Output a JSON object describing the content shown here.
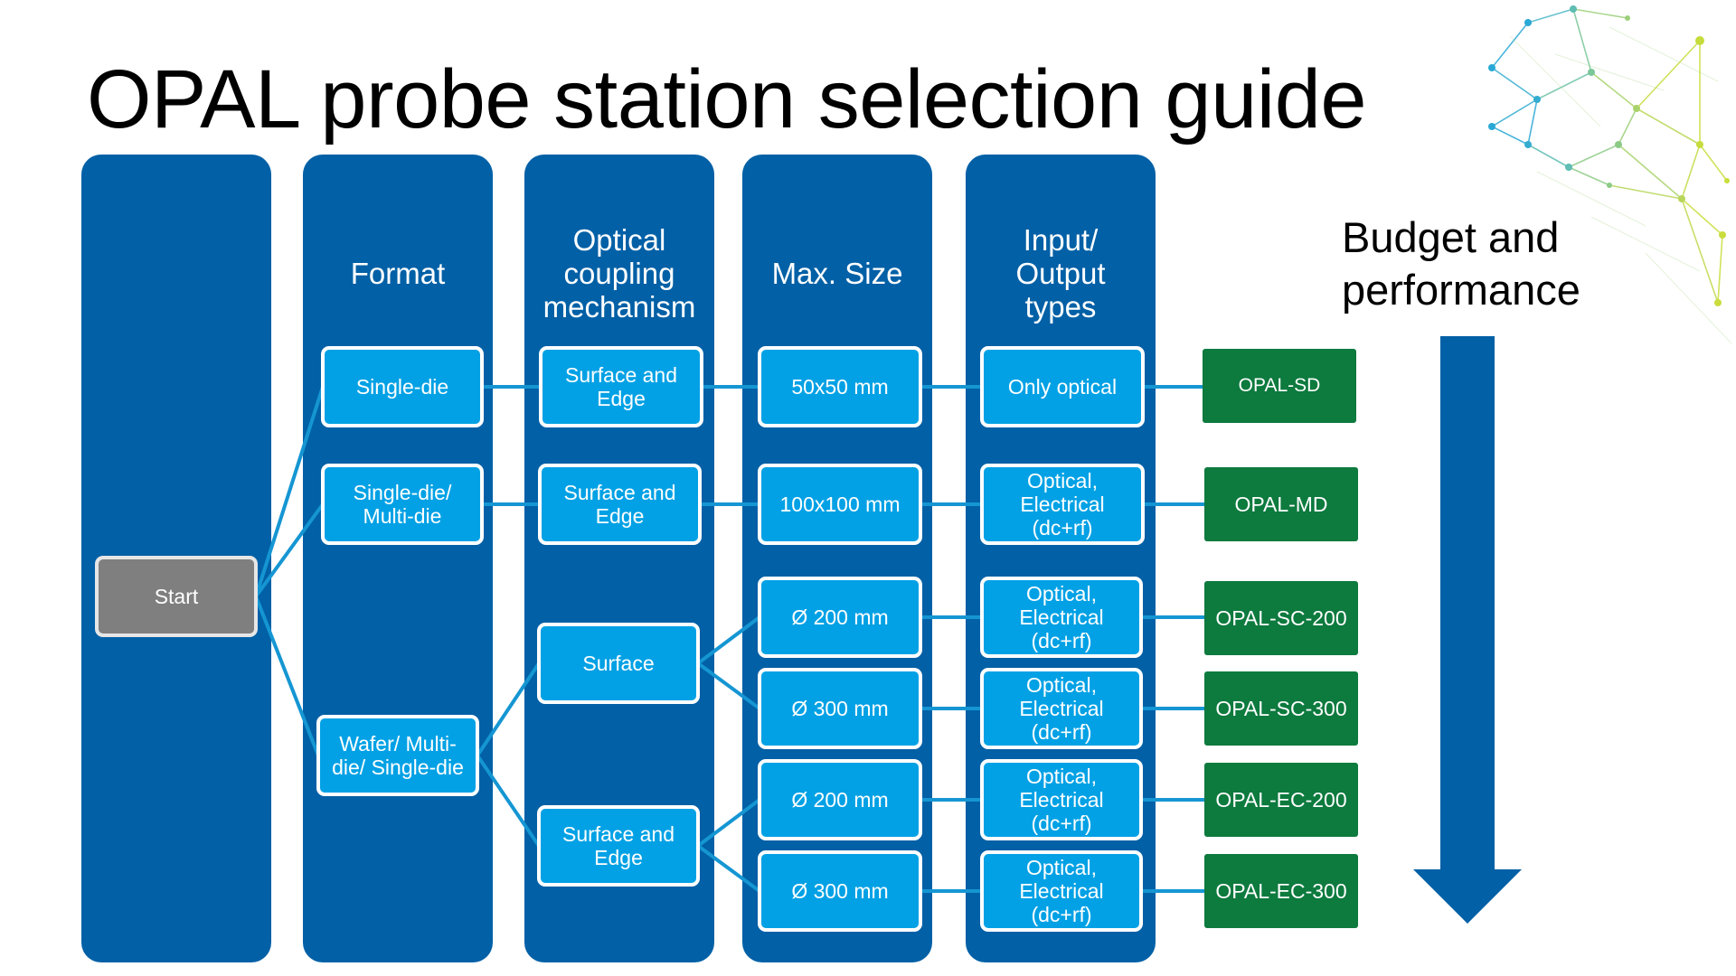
{
  "title": "OPAL probe station selection guide",
  "columns": {
    "format": [
      "Format"
    ],
    "coupling": [
      "Optical",
      "coupling",
      "mechanism"
    ],
    "size": [
      "Max. Size"
    ],
    "io": [
      "Input/",
      "Output",
      "types"
    ]
  },
  "start": "Start",
  "formats": [
    [
      "Single-die"
    ],
    [
      "Single-die/",
      "Multi-die"
    ],
    [
      "Wafer/ Multi-",
      "die/ Single-die"
    ]
  ],
  "couplings": [
    [
      "Surface and",
      "Edge"
    ],
    [
      "Surface and",
      "Edge"
    ],
    [
      "Surface"
    ],
    [
      "Surface and",
      "Edge"
    ]
  ],
  "sizes": [
    "50x50 mm",
    "100x100 mm",
    "Ø 200 mm",
    "Ø 300 mm",
    "Ø 200 mm",
    "Ø 300 mm"
  ],
  "io_types": [
    [
      "Only optical"
    ],
    [
      "Optical,",
      "Electrical",
      "(dc+rf)"
    ],
    [
      "Optical,",
      "Electrical",
      "(dc+rf)"
    ],
    [
      "Optical,",
      "Electrical",
      "(dc+rf)"
    ],
    [
      "Optical,",
      "Electrical",
      "(dc+rf)"
    ],
    [
      "Optical,",
      "Electrical",
      "(dc+rf)"
    ]
  ],
  "results": [
    "OPAL-SD",
    "OPAL-MD",
    "OPAL-SC-200",
    "OPAL-SC-300",
    "OPAL-EC-200",
    "OPAL-EC-300"
  ],
  "budget": [
    "Budget and",
    "performance"
  ],
  "colors": {
    "column": "#0160a6",
    "node": "#02a1e5",
    "start": "#7f7f7f",
    "result": "#0d7a3e",
    "connector": "#1596d3",
    "arrow": "#0160a6"
  }
}
